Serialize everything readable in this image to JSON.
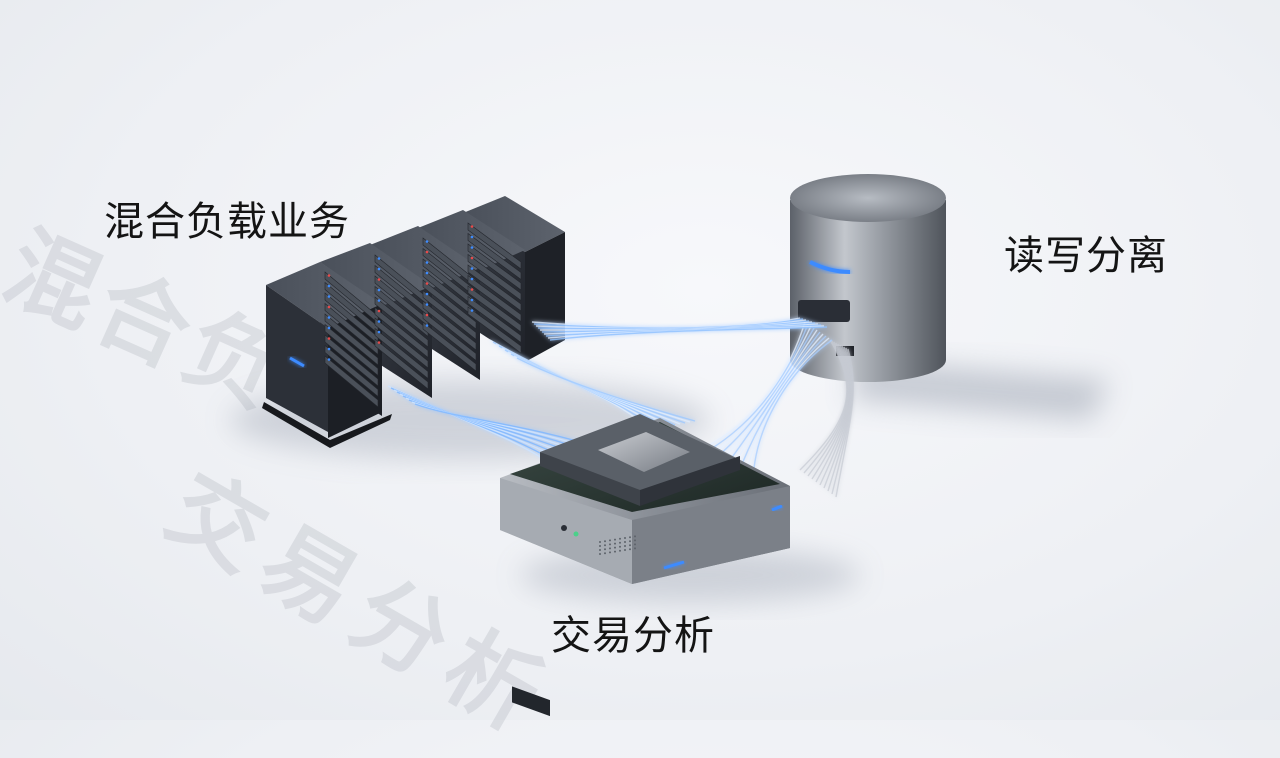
{
  "labels": {
    "hybrid_workload": "混合负载业务",
    "read_write_split": "读写分离",
    "transaction_analysis": "交易分析"
  },
  "watermarks": {
    "hybrid_partial": "混合负",
    "transaction": "交易分析"
  },
  "colors": {
    "accent_blue": "#3d8bff",
    "led_red": "#e84a4a",
    "led_green": "#4bd08a",
    "metal": "#8f949c",
    "rack_dark": "#2a2e36"
  }
}
